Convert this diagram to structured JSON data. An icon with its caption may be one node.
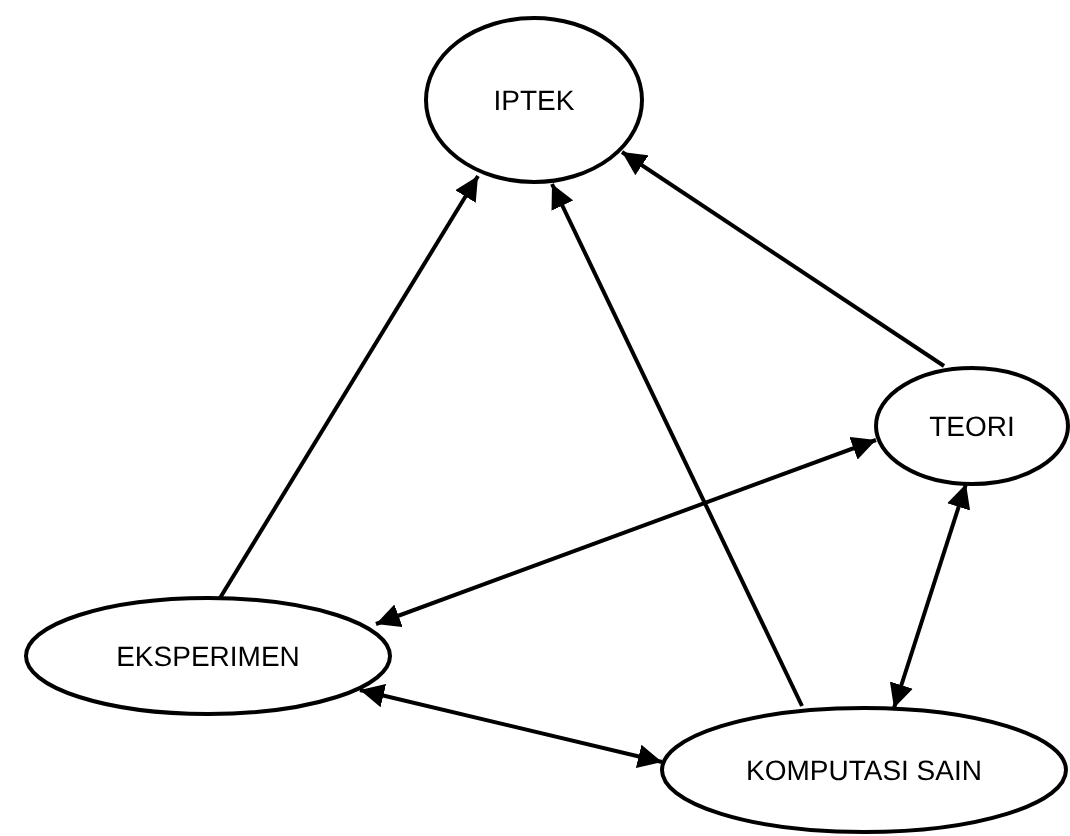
{
  "diagram": {
    "nodes": [
      {
        "text": [
          "IPTEK"
        ]
      },
      {
        "text": [
          "TEORI"
        ]
      },
      {
        "text": [
          "EKSPERIMEN"
        ]
      },
      {
        "text": [
          "KOMPUTASI SAIN"
        ]
      }
    ],
    "edges": [
      {
        "from": 2,
        "to": 0,
        "arrow": "to"
      },
      {
        "from": 3,
        "to": 0,
        "arrow": "to"
      },
      {
        "from": 1,
        "to": 0,
        "arrow": "to"
      },
      {
        "from": 2,
        "to": 1,
        "arrow": "both"
      },
      {
        "from": 2,
        "to": 3,
        "arrow": "both"
      },
      {
        "from": 1,
        "to": 3,
        "arrow": "both"
      }
    ]
  }
}
